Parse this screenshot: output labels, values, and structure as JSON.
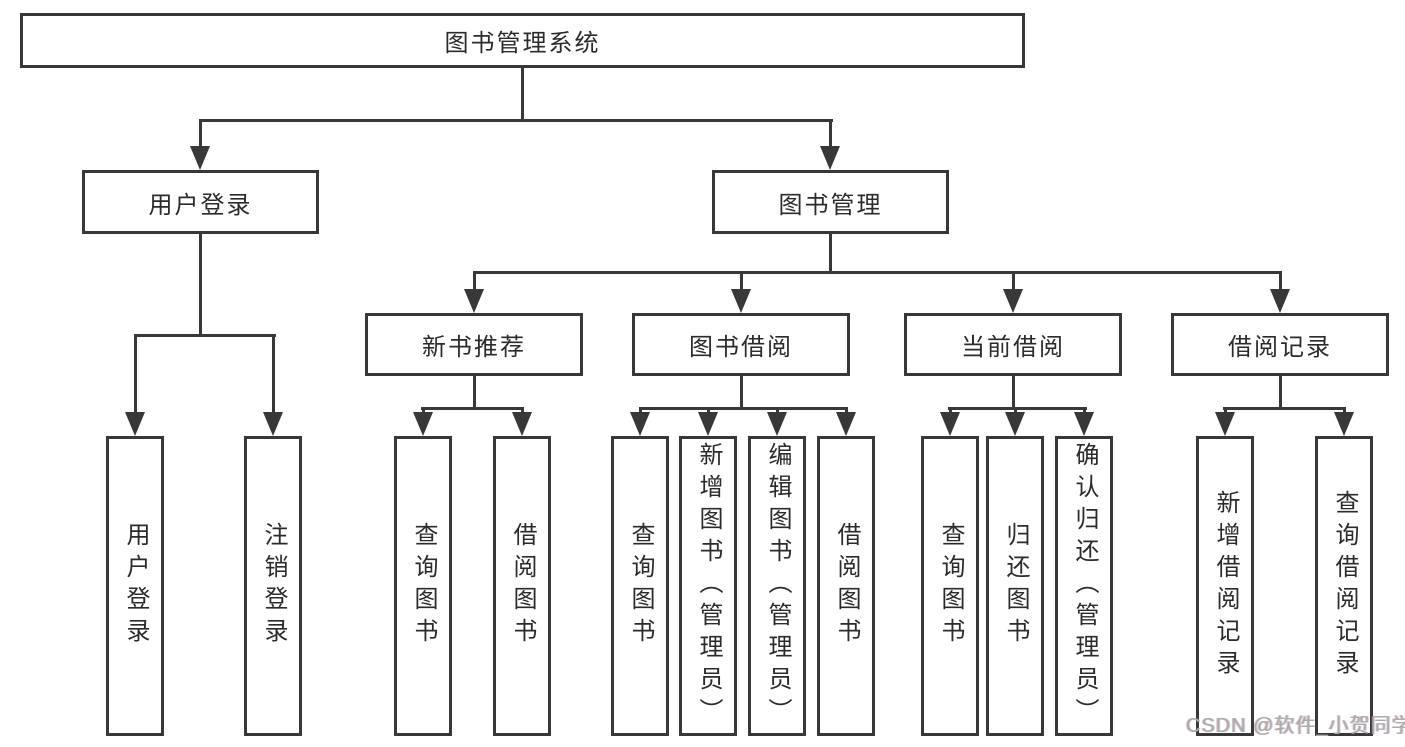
{
  "diagram": {
    "title": "图书管理系统",
    "level2": {
      "user_login": "用户登录",
      "book_mgmt": "图书管理"
    },
    "level3": {
      "new_book": "新书推荐",
      "borrow": "图书借阅",
      "current": "当前借阅",
      "record": "借阅记录"
    },
    "leaves": {
      "user_login": "用户登录",
      "logout": "注销登录",
      "nb_query": "查询图书",
      "nb_borrow": "借阅图书",
      "bw_query": "查询图书",
      "bw_add": "新增图书（管理员）",
      "bw_edit": "编辑图书（管理员）",
      "bw_borrow": "借阅图书",
      "cu_query": "查询图书",
      "cu_return": "归还图书",
      "cu_confirm": "确认归还（管理员）",
      "rc_add": "新增借阅记录",
      "rc_query": "查询借阅记录"
    }
  },
  "watermark": "CSDN @软件_小贺同学",
  "colors": {
    "line": "#383838",
    "text": "#2b2b2b",
    "watermark": "#ababab",
    "background": "#ffffff"
  }
}
